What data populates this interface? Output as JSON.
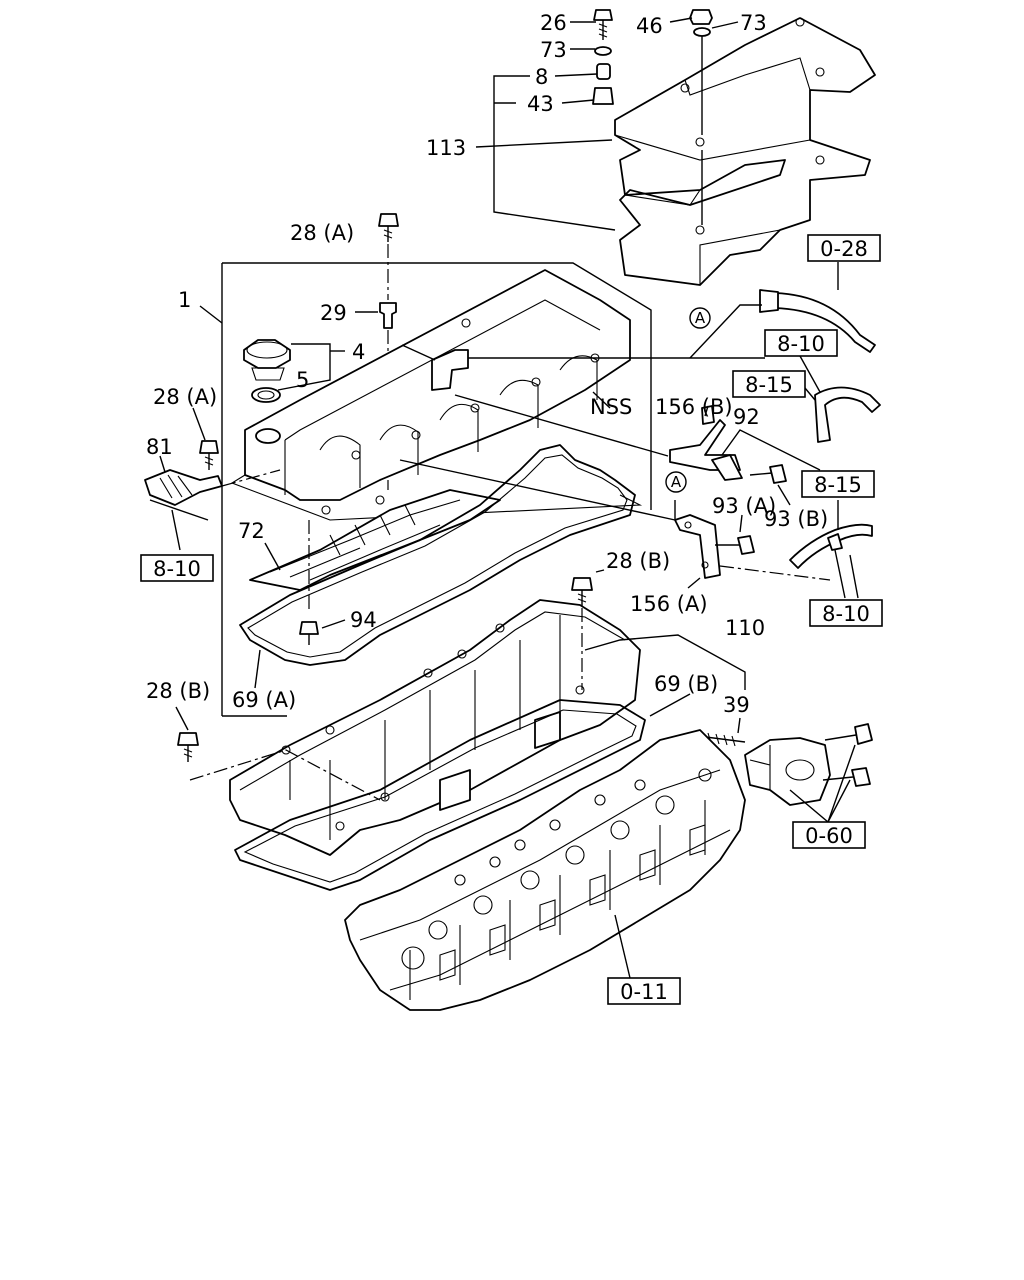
{
  "callouts": {
    "p26": "26",
    "p46": "46",
    "p73a": "73",
    "p73b": "73",
    "p8": "8",
    "p43": "43",
    "p113": "113",
    "p28a_top": "28 (A)",
    "p1": "1",
    "p29": "29",
    "p4": "4",
    "p5": "5",
    "p28a_left": "28 (A)",
    "p81": "81",
    "pnss": "NSS",
    "p156b": "156 (B)",
    "p92": "92",
    "p93a": "93 (A)",
    "p93b": "93 (B)",
    "p72": "72",
    "p28b_mid": "28 (B)",
    "p156a": "156 (A)",
    "p94": "94",
    "p110": "110",
    "p69b": "69 (B)",
    "p28b_left": "28 (B)",
    "p69a": "69 (A)",
    "p39": "39"
  },
  "ref_boxes": {
    "r028": "0-28",
    "r810a": "8-10",
    "r815a": "8-15",
    "r815b": "8-15",
    "r810b": "8-10",
    "r810c": "8-10",
    "r060": "0-60",
    "r011": "0-11"
  },
  "circle_markers": {
    "a1": "A",
    "a2": "A"
  }
}
